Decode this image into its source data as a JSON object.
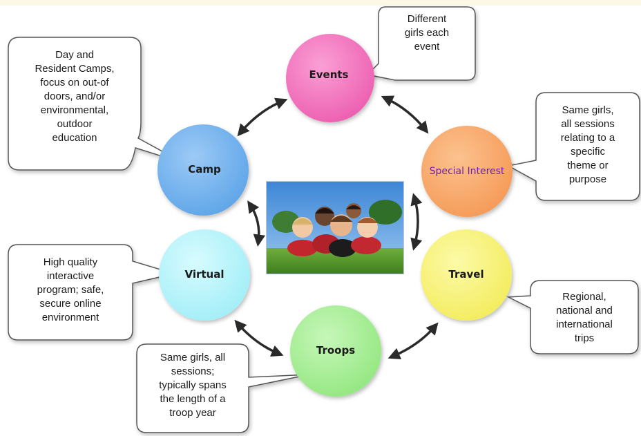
{
  "diagram": {
    "nodes": [
      {
        "id": "events",
        "label": "Events",
        "color": "#f06ab8"
      },
      {
        "id": "special",
        "label": "Special Interest",
        "color": "#f7a768"
      },
      {
        "id": "travel",
        "label": "Travel",
        "color": "#f8f27a"
      },
      {
        "id": "troops",
        "label": "Troops",
        "color": "#a9ef99"
      },
      {
        "id": "virtual",
        "label": "Virtual",
        "color": "#b6f4fb"
      },
      {
        "id": "camp",
        "label": "Camp",
        "color": "#74b3ee"
      }
    ],
    "callouts": {
      "events": "Different\ngirls each\nevent",
      "camp": "Day and\nResident Camps,\nfocus on out-of\ndoors, and/or\nenvironmental,\noutdoor\neducation",
      "special": "Same girls,\nall sessions\nrelating to a\nspecific\ntheme or\npurpose",
      "virtual": "High quality\ninteractive\nprogram; safe,\nsecure online\nenvironment",
      "travel": "Regional,\nnational and\ninternational\ntrips",
      "troops": "Same girls, all\nsessions;\ntypically spans\nthe length of a\ntroop year"
    }
  }
}
